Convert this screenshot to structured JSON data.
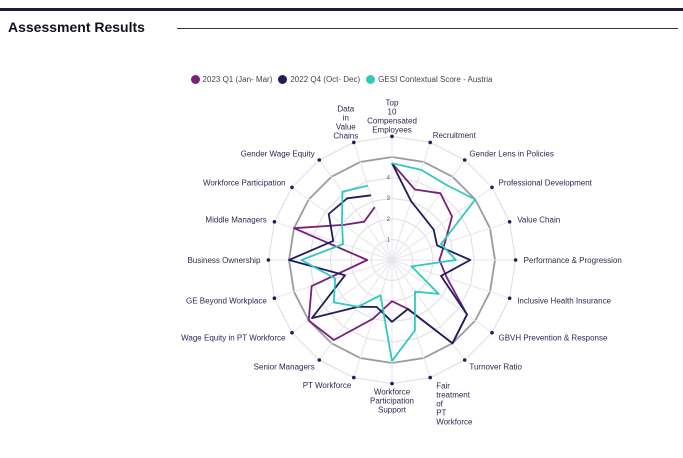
{
  "header": {
    "title": "Assessment Results"
  },
  "colors": {
    "q1": "#7a1f7a",
    "q4": "#1f1d5c",
    "gesi": "#2ec9c0"
  },
  "chart_data": {
    "type": "radar",
    "title": "",
    "axes": [
      "Top 10 Compensated Employees",
      "Recruitment",
      "Gender Lens in Policies",
      "Professional Development",
      "Value Chain",
      "Performance & Progression",
      "Inclusive Health Insurance",
      "GBVH Prevention & Response",
      "Turnover Ratio",
      "Fair treatment of PT Workforce",
      "Workforce Participation Support",
      "PT Workforce",
      "Senior Managers",
      "Wage Equity in PT Workforce",
      "GE Beyond Workplace",
      "Business Ownership",
      "Middle Managers",
      "Workforce Participation",
      "Gender Wage Equity",
      "Data in Value Chains"
    ],
    "rlim": [
      0,
      5
    ],
    "ticks": [
      "1",
      "2",
      "3",
      "4"
    ],
    "legend_position": "top",
    "series": [
      {
        "name": "2023 Q1 (Jan- Mar)",
        "values": [
          4.7,
          3.6,
          4.0,
          3.6,
          2.7,
          2.3,
          2.8,
          4.5,
          5.0,
          2.5,
          2.0,
          3.0,
          4.8,
          5.0,
          4.1,
          1.2,
          5.0,
          2.9,
          2.3,
          2.7
        ]
      },
      {
        "name": "2022 Q4 (Oct- Dec)",
        "values": [
          4.7,
          3.0,
          2.6,
          2.5,
          2.3,
          3.8,
          2.5,
          4.5,
          5.0,
          2.5,
          3.0,
          2.4,
          2.8,
          4.8,
          2.4,
          5.0,
          3.0,
          3.8,
          3.7,
          3.3
        ]
      },
      {
        "name": "GESI Contextual Score - Austria",
        "values": [
          4.7,
          4.6,
          4.5,
          5.0,
          2.5,
          3.1,
          1.0,
          2.8,
          1.9,
          3.6,
          4.9,
          1.8,
          2.8,
          3.5,
          2.9,
          4.4,
          2.5,
          3.0,
          4.1,
          3.8
        ]
      }
    ]
  }
}
